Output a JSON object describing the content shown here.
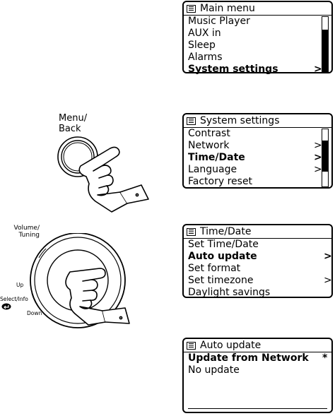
{
  "steps": [
    {
      "title": "Main menu",
      "items": [
        {
          "label": "Music Player",
          "arrow": "",
          "selected": false
        },
        {
          "label": "AUX in",
          "arrow": "",
          "selected": false
        },
        {
          "label": "Sleep",
          "arrow": "",
          "selected": false
        },
        {
          "label": "Alarms",
          "arrow": "",
          "selected": false
        },
        {
          "label": "System settings",
          "arrow": ">",
          "selected": true
        }
      ],
      "scroll_position": "bottom"
    },
    {
      "title": "System settings",
      "items": [
        {
          "label": "Contrast",
          "arrow": "",
          "selected": false
        },
        {
          "label": "Network",
          "arrow": ">",
          "selected": false
        },
        {
          "label": "Time/Date",
          "arrow": ">",
          "selected": true
        },
        {
          "label": "Language",
          "arrow": ">",
          "selected": false
        },
        {
          "label": "Factory reset",
          "arrow": "",
          "selected": false
        }
      ],
      "scroll_position": "middle"
    },
    {
      "title": "Time/Date",
      "items": [
        {
          "label": "Set Time/Date",
          "arrow": "",
          "selected": false
        },
        {
          "label": "Auto update",
          "arrow": ">",
          "selected": true
        },
        {
          "label": "Set format",
          "arrow": "",
          "selected": false
        },
        {
          "label": "Set timezone",
          "arrow": ">",
          "selected": false
        },
        {
          "label": "Daylight savings",
          "arrow": "",
          "selected": false
        }
      ]
    },
    {
      "title": "Auto update",
      "items": [
        {
          "label": "Update from Network",
          "arrow": "*",
          "selected": true
        },
        {
          "label": "No update",
          "arrow": "",
          "selected": false
        }
      ]
    }
  ],
  "controls": {
    "menu_back_label": "Menu/\nBack",
    "menu_label_line1": "Menu/",
    "menu_label_line2": "Back",
    "volume_label_line1": "Volume/",
    "volume_label_line2": "Tuning",
    "up_label": "Up",
    "select_label": "Select/Info",
    "down_label": "Down"
  },
  "icons": {
    "screen_header_icon": "menu-list-icon",
    "hand_icon": "pointing-hand-icon",
    "select_icon": "enter-arrow-icon"
  }
}
